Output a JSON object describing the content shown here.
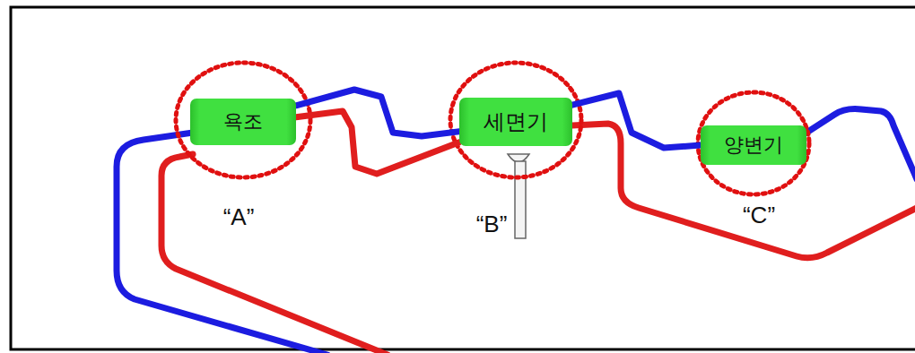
{
  "diagram": {
    "nodes": [
      {
        "text": [
          "욕조"
        ]
      },
      {
        "text": [
          "세면기"
        ]
      },
      {
        "text": [
          "양변기"
        ]
      }
    ],
    "edges": [
      {
        "from": 0,
        "to": 1,
        "arrow": "none"
      },
      {
        "from": 1,
        "to": 2,
        "arrow": "none"
      },
      {
        "from": 0,
        "to": 1,
        "arrow": "none"
      }
    ],
    "labels": [
      "“A”",
      "“B”",
      "“C”"
    ]
  }
}
